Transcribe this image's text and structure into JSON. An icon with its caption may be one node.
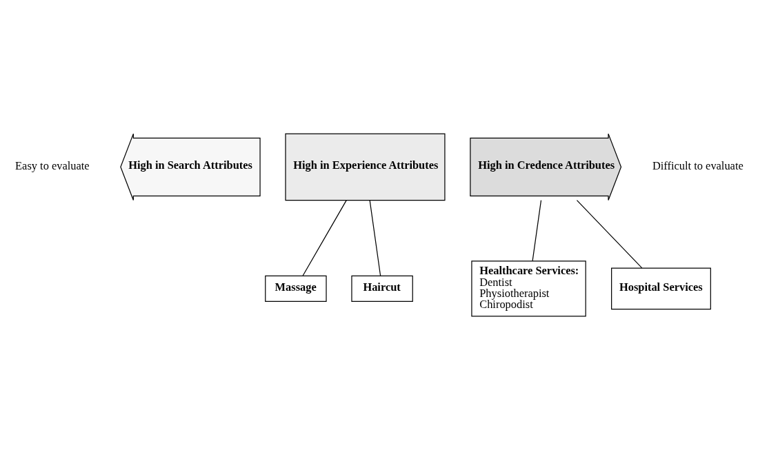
{
  "diagram": {
    "nodes": [
      {
        "text": [
          "High in Search Attributes"
        ]
      },
      {
        "text": [
          "High in Experience Attributes"
        ]
      },
      {
        "text": [
          "High in Credence Attributes"
        ]
      },
      {
        "text": [
          "Massage"
        ]
      },
      {
        "text": [
          "Haircut"
        ]
      },
      {
        "text": [
          "Healthcare Services:",
          "Dentist",
          "Physiotherapist",
          "Chiropodist"
        ]
      },
      {
        "text": [
          "Hospital Services"
        ]
      }
    ],
    "edges": [
      {
        "from": 1,
        "to": 3,
        "arrow": "none"
      },
      {
        "from": 1,
        "to": 4,
        "arrow": "none"
      },
      {
        "from": 2,
        "to": 5,
        "arrow": "none"
      },
      {
        "from": 2,
        "to": 6,
        "arrow": "none"
      }
    ],
    "labels": [
      "Easy to evaluate",
      "Difficult to evaluate"
    ]
  }
}
